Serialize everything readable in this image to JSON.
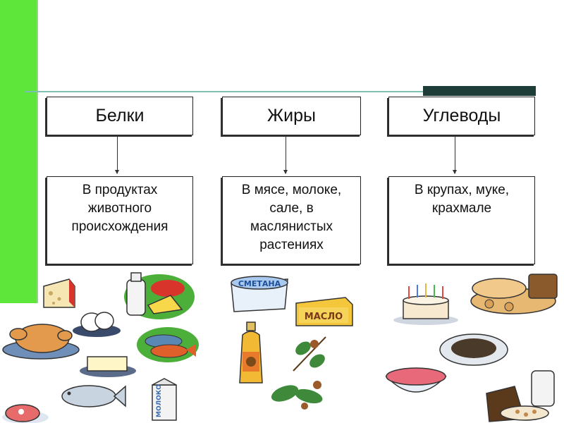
{
  "columns": [
    {
      "title": "Белки",
      "description": "В продуктах животного происхождения"
    },
    {
      "title": "Жиры",
      "description": "В мясе, молоке, сале, в маслянистых растениях"
    },
    {
      "title": "Углеводы",
      "description": "В крупах, муке, крахмале"
    }
  ],
  "illustrations": {
    "smetana_label": "СМЕТАНА",
    "maslo_label": "МАСЛО",
    "moloko_label": "МОЛОКО"
  },
  "colors": {
    "accent_green": "#5ee63a",
    "line": "#7fbfb4",
    "dark_bar": "#1f3d38"
  }
}
